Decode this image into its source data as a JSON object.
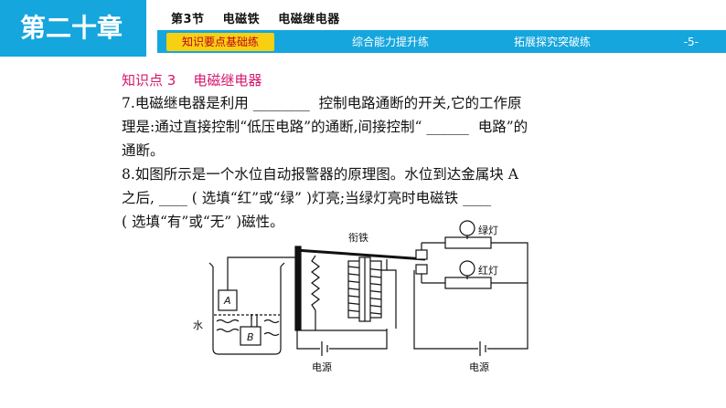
{
  "header": {
    "chapter": "第二十章",
    "section_title": "第3节    电磁铁    电磁继电器",
    "tabs": [
      {
        "label": "知识要点基础练",
        "active": true
      },
      {
        "label": "综合能力提升练",
        "active": false
      },
      {
        "label": "拓展探究突破练",
        "active": false
      }
    ],
    "page_number": "-5-"
  },
  "content": {
    "knowledge_point": "知识点 3    电磁继电器",
    "lines": [
      "7.电磁继电器是利用 ________  控制电路通断的开关,它的工作原",
      "理是:通过直接控制“低压电路”的通断,间接控制“ ______  电路”的",
      "通断。",
      "8.如图所示是一个水位自动报警器的原理图。水位到达金属块 A",
      "之后, ____ ( 选填“红”或“绿” )灯亮;当绿灯亮时电磁铁 ____",
      "( 选填“有”或“无” )磁性。"
    ]
  },
  "figure": {
    "label_armature": "衔铁",
    "label_green_lamp": "绿灯",
    "label_red_lamp": "红灯",
    "label_water": "水",
    "label_A": "A",
    "label_B": "B",
    "label_power_left": "电源",
    "label_power_right": "电源"
  },
  "colors": {
    "brand_blue": "#15a6dd",
    "active_tab_bg": "#f7d012",
    "active_tab_text": "#c0001a",
    "knowledge_point": "#d4176b"
  }
}
